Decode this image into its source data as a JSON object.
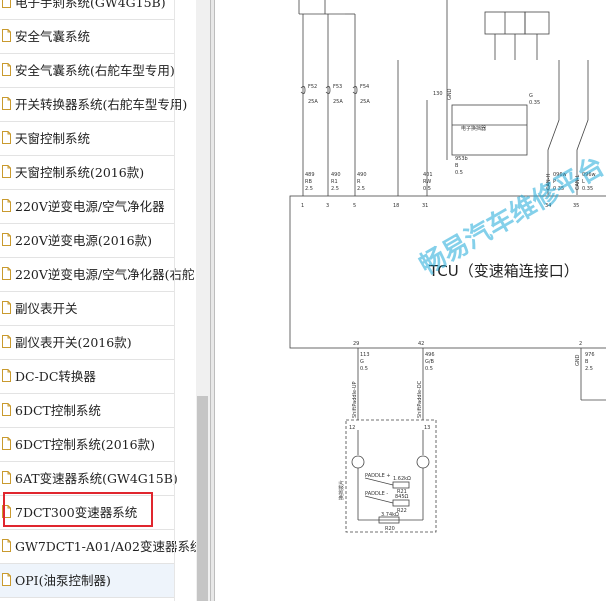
{
  "sidebar": {
    "items": [
      {
        "label": "电子手刹系统(GW4G15B)"
      },
      {
        "label": "安全气囊系统"
      },
      {
        "label": "安全气囊系统(右舵车型专用)"
      },
      {
        "label": "开关转换器系统(右舵车型专用)"
      },
      {
        "label": "天窗控制系统"
      },
      {
        "label": "天窗控制系统(2016款)"
      },
      {
        "label": "220V逆变电源/空气净化器"
      },
      {
        "label": "220V逆变电源(2016款)"
      },
      {
        "label": "220V逆变电源/空气净化器(右舵"
      },
      {
        "label": "副仪表开关"
      },
      {
        "label": "副仪表开关(2016款)"
      },
      {
        "label": "DC-DC转换器"
      },
      {
        "label": "6DCT控制系统"
      },
      {
        "label": "6DCT控制系统(2016款)"
      },
      {
        "label": "6AT变速器系统(GW4G15B)"
      },
      {
        "label": "7DCT300变速器系统"
      },
      {
        "label": "GW7DCT1-A01/A02变速器系统"
      },
      {
        "label": "OPI(油泵控制器)"
      }
    ]
  },
  "diagram": {
    "watermark": "畅易汽车维修平台",
    "tcu_label": "TCU（变速箱连接口）",
    "fuses": [
      {
        "name": "F52",
        "amp": "25A"
      },
      {
        "name": "F53",
        "amp": "25A"
      },
      {
        "name": "F54",
        "amp": "25A"
      }
    ],
    "pins_top": [
      "1",
      "3",
      "5",
      "18",
      "31",
      "34",
      "35"
    ],
    "wires_top": [
      {
        "code": "489",
        "color": "RB",
        "size": "2.5"
      },
      {
        "code": "490",
        "color": "R1",
        "size": "2.5"
      },
      {
        "code": "490",
        "color": "R",
        "size": "2.5"
      },
      {
        "code": "401",
        "color": "RW",
        "size": "0.5"
      },
      {
        "code": "096w",
        "color": "P",
        "size": "0.35"
      },
      {
        "code": "096w",
        "color": "L",
        "size": "0.35"
      }
    ],
    "ground_label": "GND",
    "wire_953": {
      "code": "953b",
      "color": "B",
      "size": "0.5"
    },
    "can_h": "CAN-H",
    "can_l": "CAN-L",
    "relay_label": "电子换挡器",
    "wire_mid": {
      "code": "G",
      "size": "0.35"
    },
    "pin_130": "130",
    "pins_bottom": [
      "29",
      "42",
      "2"
    ],
    "wires_bottom": [
      {
        "code": "113",
        "color": "G",
        "size": "0.5"
      },
      {
        "code": "496",
        "color": "G/B",
        "size": "0.5"
      },
      {
        "code": "976",
        "color": "B",
        "size": "2.5"
      }
    ],
    "signal_labels": [
      "ShiftPaddle-UP",
      "ShiftPaddle-DC",
      "GND"
    ],
    "connector_pins": [
      "12",
      "13"
    ],
    "paddle_plus": "PADDLE +",
    "paddle_minus": "PADDLE -",
    "r21": {
      "value": "1.62kΩ",
      "name": "R21"
    },
    "r22": {
      "value": "845Ω",
      "name": "R22"
    },
    "r20": {
      "value": "3.74kΩ",
      "name": "R20"
    },
    "paddle_group": "换挡拨片"
  }
}
